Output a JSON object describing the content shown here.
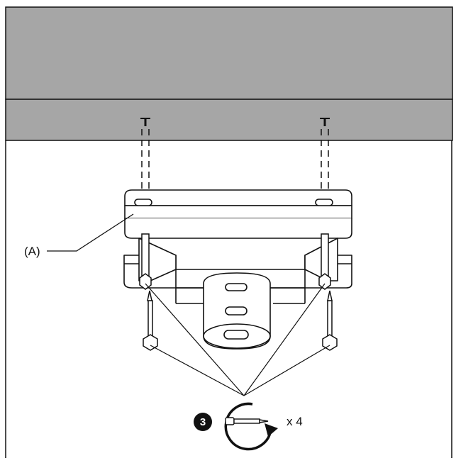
{
  "diagram": {
    "part_label": "(A)",
    "step_number": "3",
    "quantity": "x 4"
  },
  "colors": {
    "ceiling": "#a6a6a6",
    "line": "#111111",
    "background": "#ffffff"
  }
}
